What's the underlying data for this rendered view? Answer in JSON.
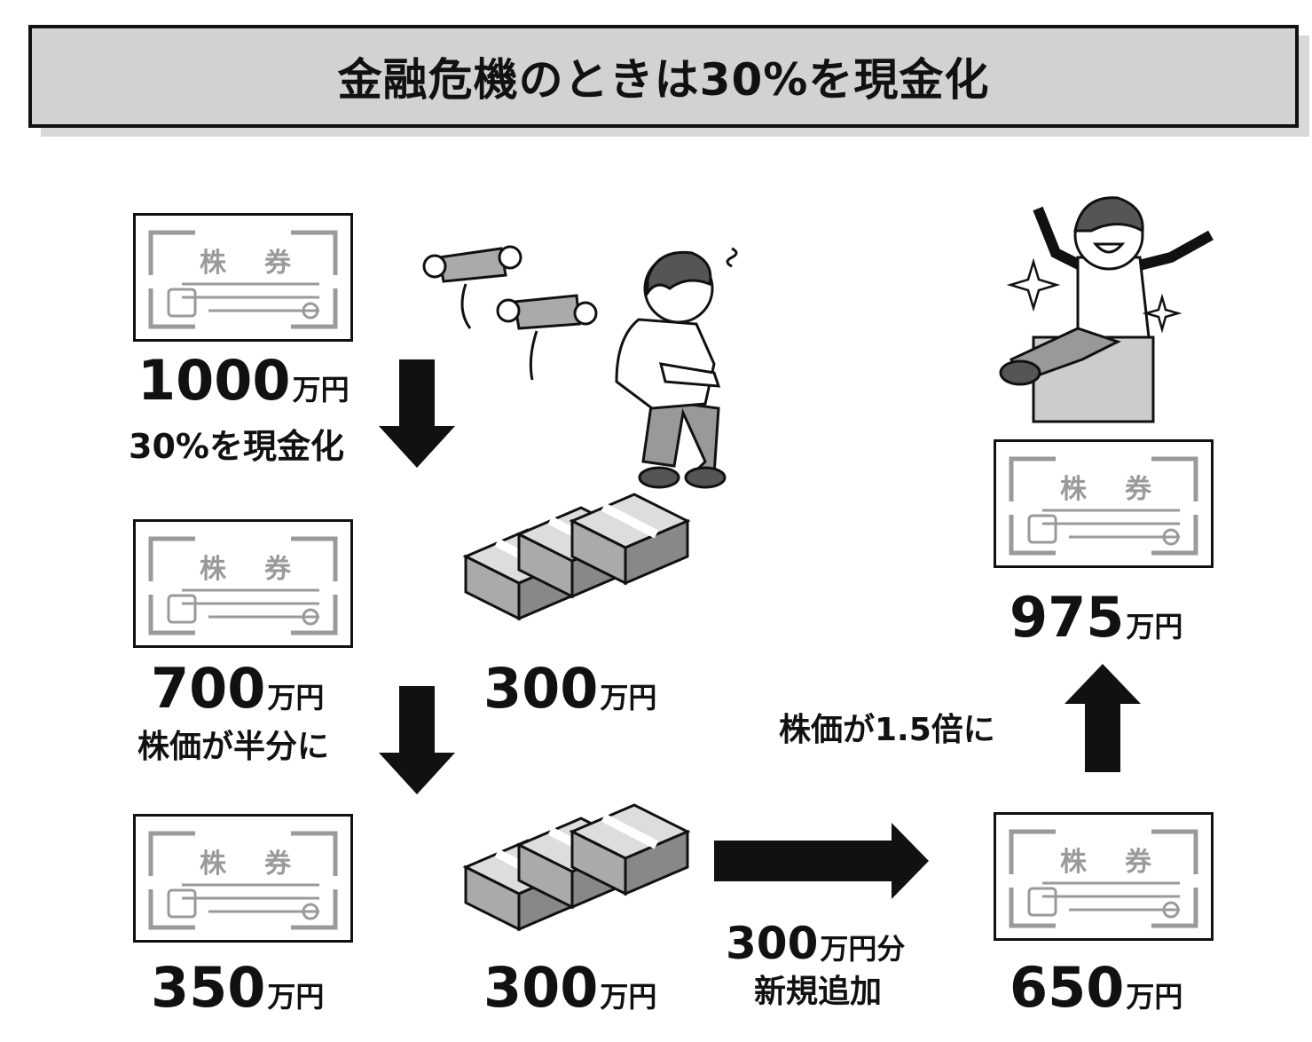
{
  "title": "金融危機のときは30%を現金化",
  "certificate_label": [
    "株",
    "券"
  ],
  "unit": "万円",
  "left": {
    "amount1": "1000",
    "step1": "30%を現金化",
    "amount2": "700",
    "step2": "株価が半分に",
    "amount3": "350"
  },
  "cash": {
    "amount1": "300",
    "amount2": "300"
  },
  "transfer": {
    "amount": "300",
    "suffix": "万円分",
    "label": "新規追加"
  },
  "right": {
    "amount_bottom": "650",
    "step": "株価が1.5倍に",
    "amount_top": "975"
  },
  "colors": {
    "title_bg": "#d2d2d2",
    "cert_gray": "#9a9a9a",
    "arrow": "#111111"
  }
}
